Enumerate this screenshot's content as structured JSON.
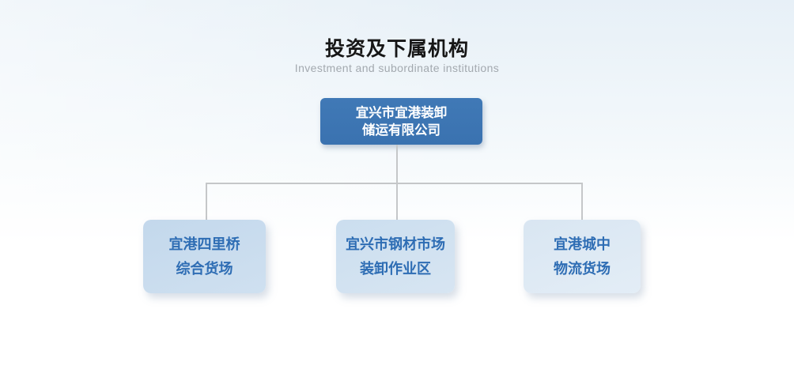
{
  "page": {
    "title": "投资及下属机构",
    "subtitle": "Investment and subordinate institutions"
  },
  "org_chart": {
    "type": "org-tree",
    "root": {
      "line1": "宜兴市宜港装卸",
      "line2": "储运有限公司"
    },
    "children": [
      {
        "line1": "宜港四里桥",
        "line2": "综合货场"
      },
      {
        "line1": "宜兴市钢材市场",
        "line2": "装卸作业区"
      },
      {
        "line1": "宜港城中",
        "line2": "物流货场"
      }
    ]
  },
  "colors": {
    "root_box_fill": "#3b74b2",
    "root_box_text": "#ffffff",
    "child_box_fills": [
      "#c6daec",
      "#cfe0f0",
      "#dde9f3"
    ],
    "child_box_text": "#2e6db4",
    "connector_line": "#c5c7c9",
    "title_text": "#161616",
    "subtitle_text": "#a3a9af",
    "background_top": "#e7f0f7",
    "background_bottom": "#ffffff"
  }
}
